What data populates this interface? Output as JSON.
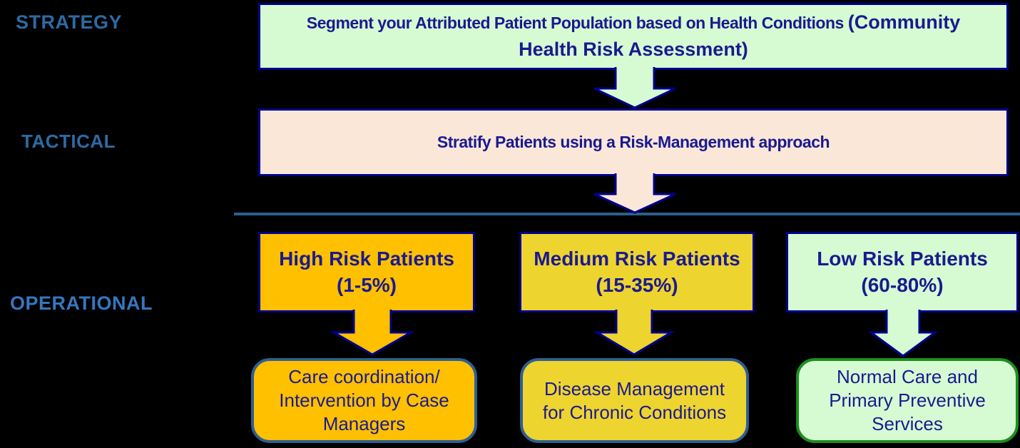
{
  "colors": {
    "background": "#000000",
    "navy_border": "#00008B",
    "text_navy": "#1A1A8F",
    "label_blue": "#2E6AA3",
    "label_blue_bright": "#3577BE",
    "light_green": "#D6FBD2",
    "peach": "#FBE7D8",
    "gold": "#FFC000",
    "yellow": "#EED42F",
    "steel_blue_border": "#2E5F92",
    "green_border": "#1E8E1E",
    "divider_blue": "#2E5E8E"
  },
  "row_labels": {
    "strategy": "STRATEGY",
    "tactical": "TACTICAL",
    "operational": "OPERATIONAL"
  },
  "strategy_box": {
    "text_main": "Segment your Attributed Patient Population based on Health Conditions ",
    "text_emphasis": "(Community Health Risk Assessment)"
  },
  "tactical_box": {
    "text": "Stratify Patients using a Risk-Management approach"
  },
  "risk_tiers": [
    {
      "title": "High Risk Patients",
      "range": "(1-5%)",
      "action": "Care coordination/ Intervention by Case Managers"
    },
    {
      "title": "Medium Risk Patients",
      "range": "(15-35%)",
      "action": "Disease Management for Chronic Conditions"
    },
    {
      "title": "Low Risk Patients",
      "range": "(60-80%)",
      "action": "Normal Care and Primary Preventive Services"
    }
  ]
}
